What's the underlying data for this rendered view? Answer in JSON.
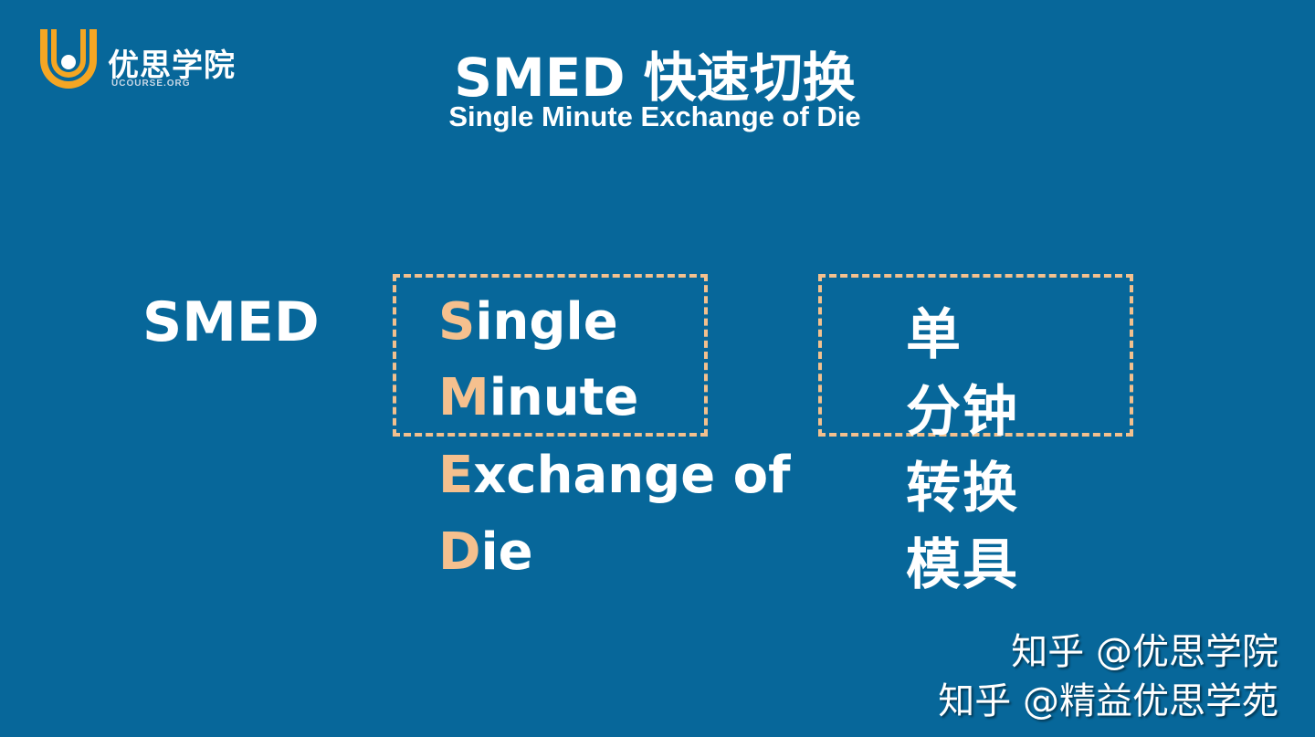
{
  "logo": {
    "name_cn": "优思学院",
    "domain": "UCOURSE.ORG",
    "colors": {
      "primary": "#f5a623",
      "background": "#07679a"
    }
  },
  "title": "SMED 快速切换",
  "subtitle": "Single Minute Exchange of Die",
  "acronym": "SMED",
  "highlight_color": "#f5c08e",
  "words": [
    {
      "initial": "S",
      "rest": "ingle",
      "cn": "单"
    },
    {
      "initial": "M",
      "rest": "inute",
      "cn": "分钟"
    },
    {
      "initial": "E",
      "rest": "xchange of",
      "cn": "转换"
    },
    {
      "initial": "D",
      "rest": "ie",
      "cn": "模具"
    }
  ],
  "watermarks": [
    "知乎 @优思学院",
    "知乎 @精益优思学苑"
  ]
}
